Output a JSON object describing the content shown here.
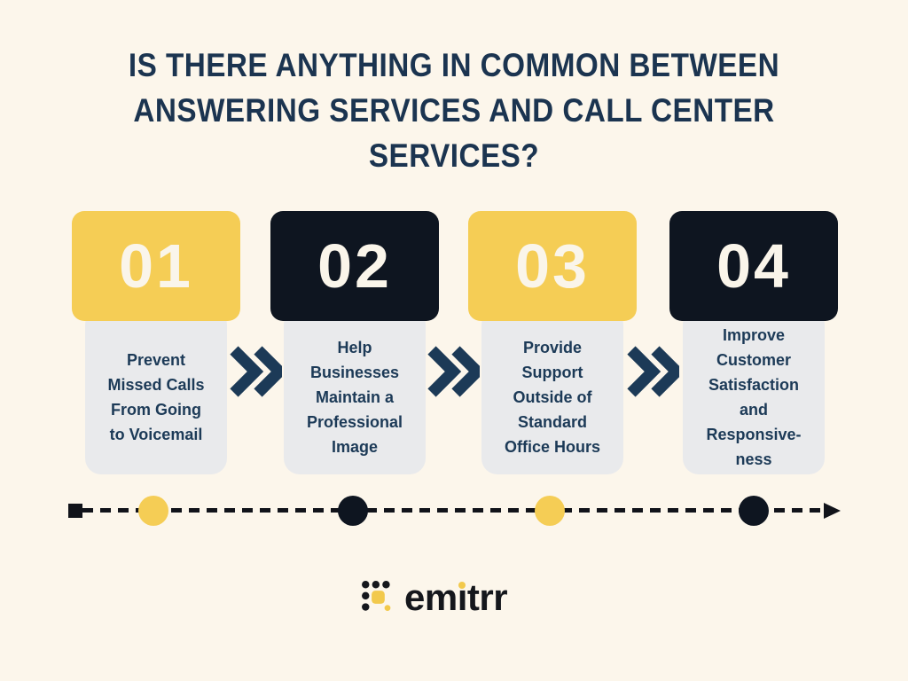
{
  "title": "IS THERE ANYTHING IN COMMON BETWEEN\nANSWERING SERVICES AND CALL CENTER SERVICES?",
  "cards": [
    {
      "number": "01",
      "variant": "yellow",
      "text": "Prevent\nMissed Calls\nFrom Going\nto Voicemail"
    },
    {
      "number": "02",
      "variant": "black",
      "text": "Help\nBusinesses\nMaintain a\nProfessional\nImage"
    },
    {
      "number": "03",
      "variant": "yellow",
      "text": "Provide\nSupport\nOutside of\nStandard\nOffice Hours"
    },
    {
      "number": "04",
      "variant": "black",
      "text": "Improve\nCustomer\nSatisfaction\nand\nResponsive-\nness"
    }
  ],
  "timeline": {
    "dots": [
      "yellow",
      "black",
      "yellow",
      "black"
    ]
  },
  "logo": {
    "brand": "emitrr",
    "pre": "em",
    "i": "ı",
    "post": "trr"
  },
  "colors": {
    "background": "#FCF6EB",
    "yellow": "#F5CD55",
    "dark": "#0E1520",
    "navy": "#1C3A57",
    "card_gray": "#E9EAEC",
    "number_text": "#FAF5EA",
    "timeline_black": "#11131A",
    "logo_yellow": "#F2C94C"
  }
}
